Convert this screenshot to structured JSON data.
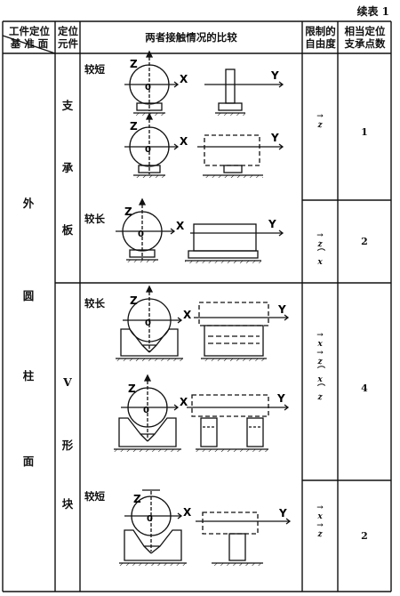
{
  "continued_label": "续表 1",
  "headers": {
    "datum_line1": "工件定位",
    "datum_line2": "基 准 面",
    "element_line1": "定位",
    "element_line2": "元件",
    "comparison": "两者接触情况的比较",
    "dof_line1": "限制的",
    "dof_line2": "自由度",
    "points_line1": "相当定位",
    "points_line2": "支承点数"
  },
  "datum_chars": [
    "外",
    "圆",
    "柱",
    "面"
  ],
  "support_plate_chars": [
    "支",
    "承",
    "板"
  ],
  "v_block_chars": [
    "V",
    "形",
    "块"
  ],
  "rows": [
    {
      "length": "较短",
      "dof": [
        "→",
        "z"
      ],
      "points": "1"
    },
    {
      "length": "较长",
      "dof": [
        "→",
        "z",
        "⌒",
        "x"
      ],
      "points": "2"
    },
    {
      "length": "较长",
      "dof": [
        "→",
        "x",
        "→",
        "z",
        "⌒",
        "x",
        "⌒",
        "z"
      ],
      "points": "4"
    },
    {
      "length": "较短",
      "dof": [
        "→",
        "x",
        "→",
        "z"
      ],
      "points": "2"
    }
  ],
  "axis_labels": {
    "z": "Z",
    "x": "X",
    "y": "Y",
    "origin": "0"
  }
}
